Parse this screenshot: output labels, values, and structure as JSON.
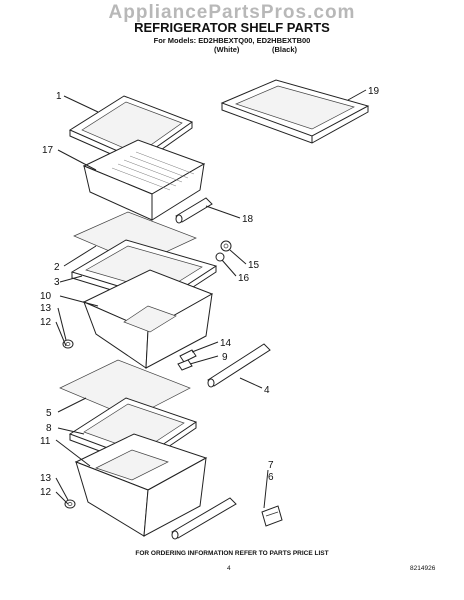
{
  "header": {
    "watermark": "AppliancePartsPros.com",
    "title": "REFRIGERATOR SHELF PARTS",
    "models_line": "For Models: ED2HBEXTQ00, ED2HBEXTB00",
    "variant_white": "(White)",
    "variant_black": "(Black)"
  },
  "callouts": [
    {
      "id": "callout-1",
      "label": "1"
    },
    {
      "id": "callout-17",
      "label": "17"
    },
    {
      "id": "callout-19",
      "label": "19"
    },
    {
      "id": "callout-18",
      "label": "18"
    },
    {
      "id": "callout-2",
      "label": "2"
    },
    {
      "id": "callout-3",
      "label": "3"
    },
    {
      "id": "callout-15",
      "label": "15"
    },
    {
      "id": "callout-16",
      "label": "16"
    },
    {
      "id": "callout-10",
      "label": "10"
    },
    {
      "id": "callout-13a",
      "label": "13"
    },
    {
      "id": "callout-12a",
      "label": "12"
    },
    {
      "id": "callout-14",
      "label": "14"
    },
    {
      "id": "callout-9",
      "label": "9"
    },
    {
      "id": "callout-4",
      "label": "4"
    },
    {
      "id": "callout-5",
      "label": "5"
    },
    {
      "id": "callout-8",
      "label": "8"
    },
    {
      "id": "callout-11",
      "label": "11"
    },
    {
      "id": "callout-7",
      "label": "7"
    },
    {
      "id": "callout-6",
      "label": "6"
    },
    {
      "id": "callout-13b",
      "label": "13"
    },
    {
      "id": "callout-12b",
      "label": "12"
    }
  ],
  "footer": {
    "ordering_note": "FOR ORDERING INFORMATION REFER TO PARTS PRICE LIST",
    "page_number": "4",
    "doc_number": "8214926"
  }
}
